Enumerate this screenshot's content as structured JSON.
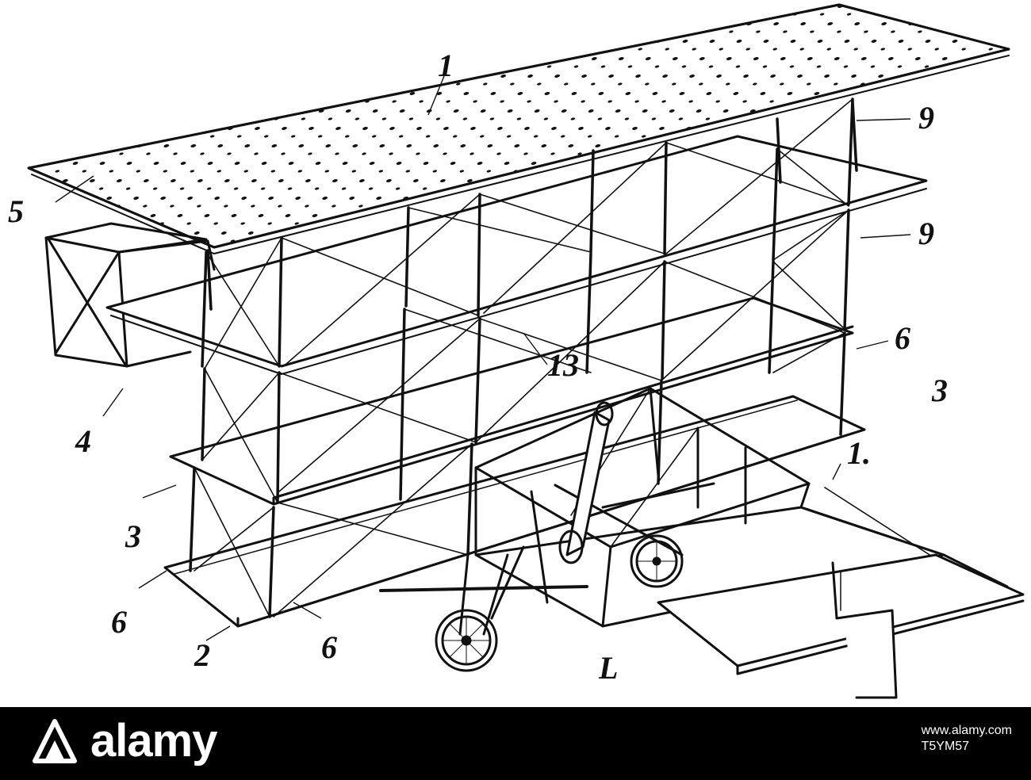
{
  "drawing": {
    "reference_labels": {
      "label_1_top": "1",
      "label_1_right": "1.",
      "label_1_bottom": "L",
      "label_2": "2",
      "label_3_left": "3",
      "label_3_right": "3",
      "label_4": "4",
      "label_5": "5",
      "label_6_left": "6",
      "label_6_bottom": "6",
      "label_6_right": "6",
      "label_9_top": "9",
      "label_9_mid": "9",
      "label_13": "13"
    }
  },
  "footer": {
    "brand_name": "alamy",
    "image_id": "www.alamy.com",
    "image_code": "T5YM57"
  },
  "colors": {
    "ink": "#111111",
    "paper": "#ffffff",
    "footer_bg": "#000000"
  }
}
